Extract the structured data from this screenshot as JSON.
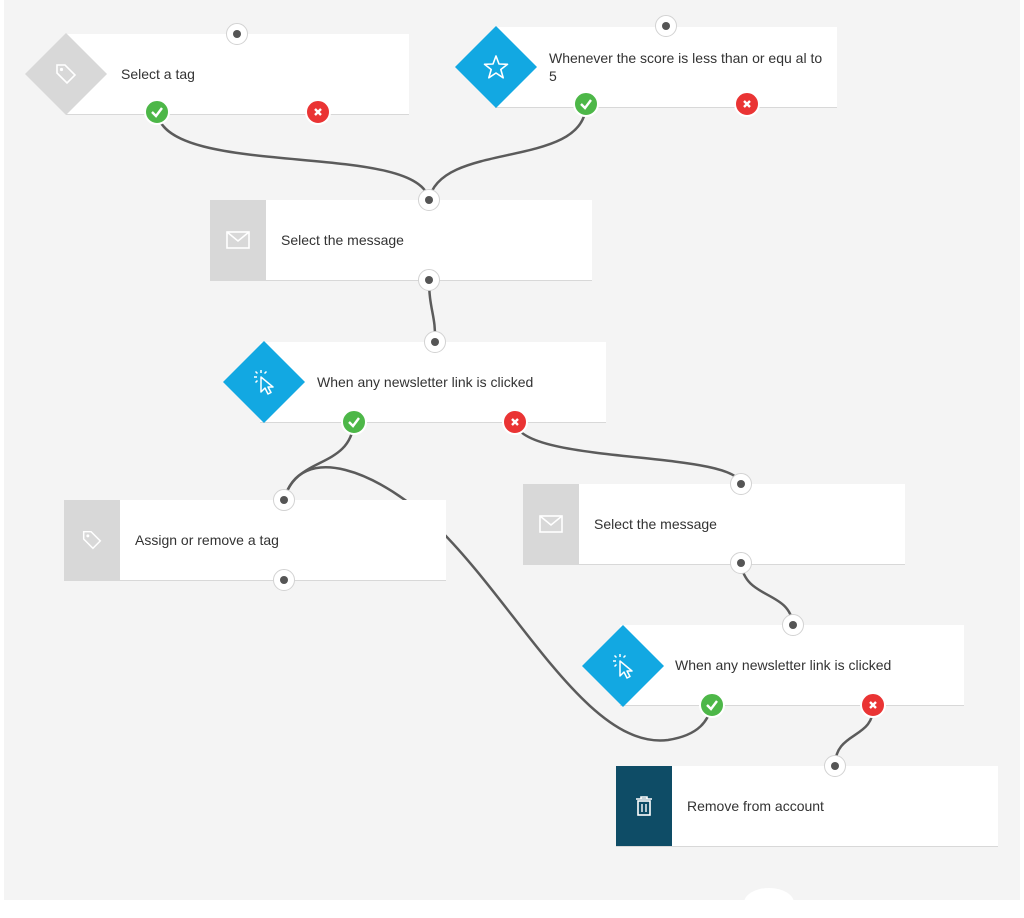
{
  "nodes": {
    "select_tag": {
      "label": "Select a tag",
      "icon": "tag-icon"
    },
    "score_condition": {
      "label": "Whenever the score is less than or equ al to 5",
      "icon": "star-icon"
    },
    "select_message_1": {
      "label": "Select the message",
      "icon": "envelope-icon"
    },
    "newsletter_click_1": {
      "label": "When any newsletter link is clicked",
      "icon": "cursor-click-icon"
    },
    "assign_tag": {
      "label": "Assign or remove a tag",
      "icon": "tag-icon"
    },
    "select_message_2": {
      "label": "Select the message",
      "icon": "envelope-icon"
    },
    "newsletter_click_2": {
      "label": "When any newsletter link is clicked",
      "icon": "cursor-click-icon"
    },
    "remove_account": {
      "label": "Remove from account",
      "icon": "trash-icon"
    }
  },
  "colors": {
    "canvas": "#f4f4f4",
    "condition_blue": "#12a8e2",
    "action_grey": "#d8d8d8",
    "action_dark": "#0e4c66",
    "yes_green": "#4db748",
    "no_red": "#ea3434",
    "wire": "#5b5b5b"
  }
}
